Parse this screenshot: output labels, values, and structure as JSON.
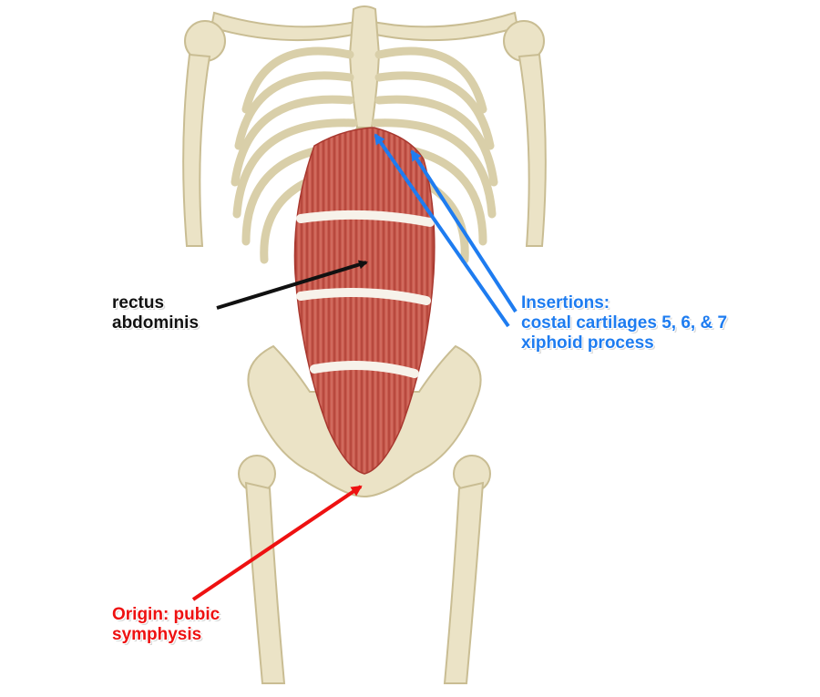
{
  "colors": {
    "bone": "#ebe3c6",
    "bone_stroke": "#c9bd93",
    "muscle": "#c85a4e",
    "muscle_dark": "#a8382f",
    "tendon": "#f7f2ea",
    "insertion_label": "#1e7cf0",
    "origin_label": "#ee1111",
    "rectus_label": "#111111"
  },
  "labels": {
    "rectus": {
      "line1": "rectus",
      "line2": "abdominis"
    },
    "insertions": {
      "line1": "Insertions:",
      "line2": "costal cartilages 5, 6, & 7",
      "line3": "xiphoid process"
    },
    "origin": {
      "line1": "Origin: pubic",
      "line2": "symphysis"
    }
  },
  "icons": [
    "arrow-icon"
  ]
}
